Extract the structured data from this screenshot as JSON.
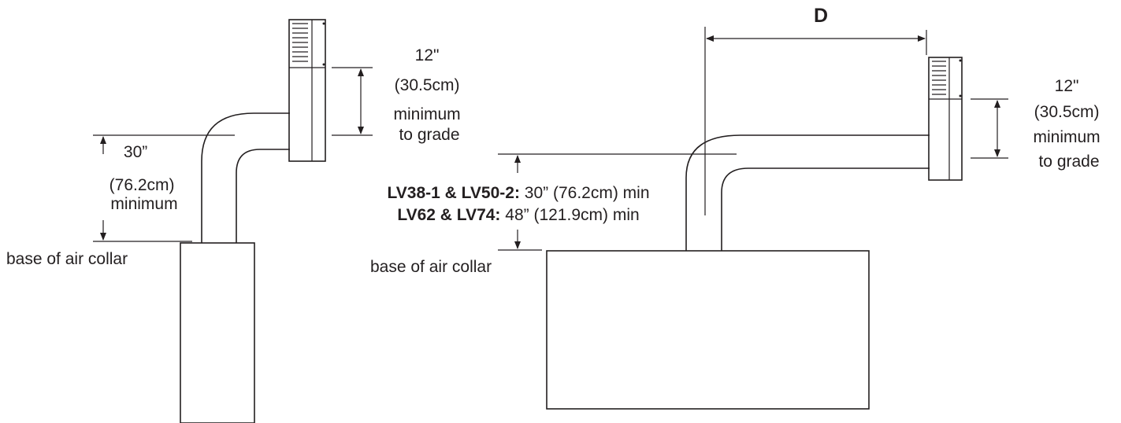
{
  "left_figure": {
    "clearance_top": [
      "12\"",
      "(30.5cm)",
      "minimum",
      "to grade"
    ],
    "clearance_side": [
      "30”",
      "(76.2cm)",
      "minimum"
    ],
    "base_label": "base of air collar"
  },
  "right_figure": {
    "distance_label": "D",
    "clearance_top": [
      "12\"",
      "(30.5cm)",
      "minimum",
      "to grade"
    ],
    "model_lines": [
      {
        "models": "LV38-1 & LV50-2:",
        "value": " 30” (76.2cm) min"
      },
      {
        "models": "LV62 & LV74:",
        "value": " 48” (121.9cm) min"
      }
    ],
    "base_label": "base of air collar"
  }
}
